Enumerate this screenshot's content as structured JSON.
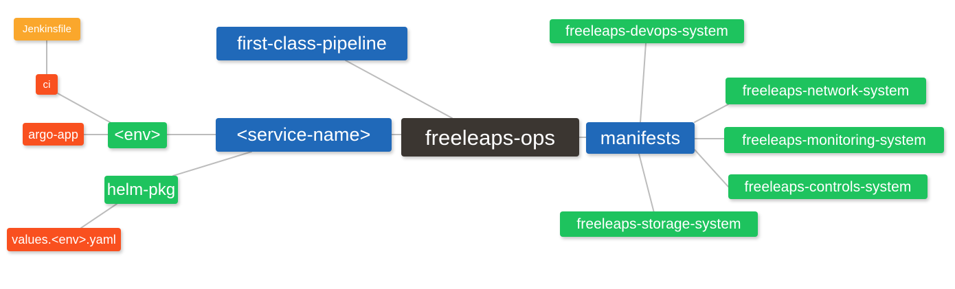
{
  "diagram": {
    "type": "mindmap",
    "title": "freeleaps-ops",
    "background": "#ffffff",
    "edge_color": "#bcbcbc",
    "palette": {
      "root_dark": "#3b3631",
      "blue": "#2069b9",
      "green": "#1ec35e",
      "orange": "#faa72c",
      "red": "#f9501f",
      "text": "#ffffff"
    }
  },
  "nodes": {
    "root": {
      "label": "freeleaps-ops",
      "color": "#3b3631"
    },
    "service_name": {
      "label": "<service-name>",
      "color": "#2069b9"
    },
    "first_class_pipeline": {
      "label": "first-class-pipeline",
      "color": "#2069b9"
    },
    "manifests": {
      "label": "manifests",
      "color": "#2069b9"
    },
    "env": {
      "label": "<env>",
      "color": "#1ec35e"
    },
    "helm_pkg": {
      "label": "helm-pkg",
      "color": "#1ec35e"
    },
    "jenkinsfile": {
      "label": "Jenkinsfile",
      "color": "#faa72c"
    },
    "ci": {
      "label": "ci",
      "color": "#f9501f"
    },
    "argo_app": {
      "label": "argo-app",
      "color": "#f9501f"
    },
    "values_yaml": {
      "label": "values.<env>.yaml",
      "color": "#f9501f"
    },
    "devops_system": {
      "label": "freeleaps-devops-system",
      "color": "#1ec35e"
    },
    "network_system": {
      "label": "freeleaps-network-system",
      "color": "#1ec35e"
    },
    "monitoring_system": {
      "label": "freeleaps-monitoring-system",
      "color": "#1ec35e"
    },
    "controls_system": {
      "label": "freeleaps-controls-system",
      "color": "#1ec35e"
    },
    "storage_system": {
      "label": "freeleaps-storage-system",
      "color": "#1ec35e"
    }
  },
  "edges": [
    {
      "from": "root",
      "to": "service_name"
    },
    {
      "from": "root",
      "to": "first_class_pipeline"
    },
    {
      "from": "root",
      "to": "manifests"
    },
    {
      "from": "service_name",
      "to": "env"
    },
    {
      "from": "service_name",
      "to": "helm_pkg"
    },
    {
      "from": "env",
      "to": "argo_app"
    },
    {
      "from": "env",
      "to": "ci"
    },
    {
      "from": "ci",
      "to": "jenkinsfile"
    },
    {
      "from": "helm_pkg",
      "to": "values_yaml"
    },
    {
      "from": "manifests",
      "to": "devops_system"
    },
    {
      "from": "manifests",
      "to": "network_system"
    },
    {
      "from": "manifests",
      "to": "monitoring_system"
    },
    {
      "from": "manifests",
      "to": "controls_system"
    },
    {
      "from": "manifests",
      "to": "storage_system"
    }
  ]
}
